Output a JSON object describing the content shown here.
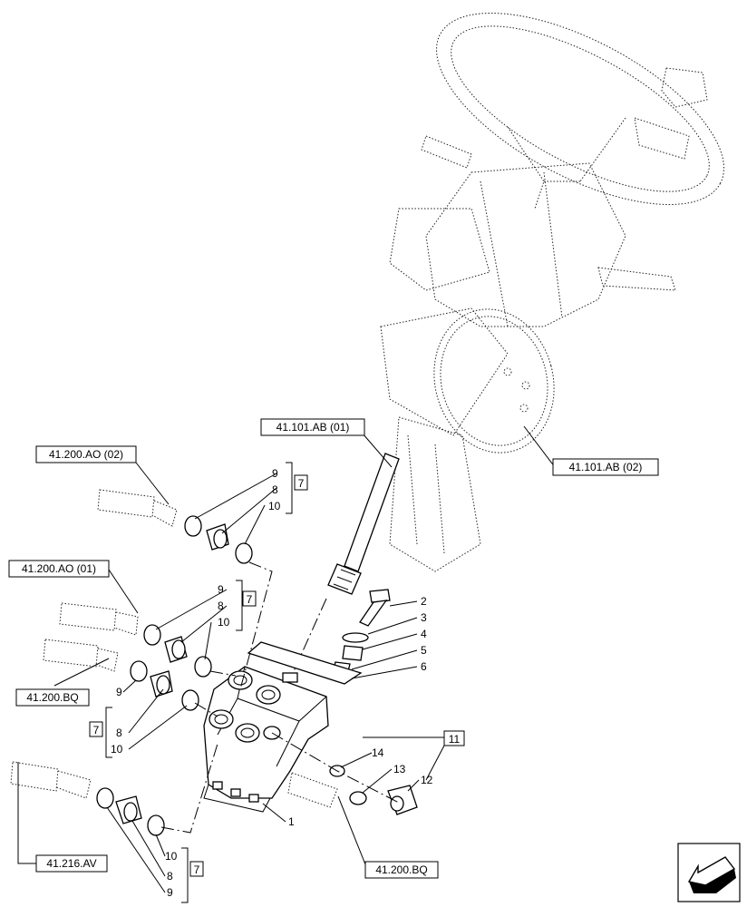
{
  "references": {
    "ao02": "41.200.AO (02)",
    "ao01": "41.200.AO (01)",
    "bq_left": "41.200.BQ",
    "av": "41.216.AV",
    "ab01": "41.101.AB (01)",
    "ab02": "41.101.AB (02)",
    "bq_right": "41.200.BQ"
  },
  "kits": {
    "top": "7",
    "mid": "7",
    "left": "7",
    "bottom": "7",
    "right": "11"
  },
  "callouts": {
    "top": [
      "9",
      "8",
      "10"
    ],
    "mid": [
      "9",
      "8",
      "10"
    ],
    "left": [
      "9",
      "8",
      "10"
    ],
    "bottom": [
      "10",
      "8",
      "9"
    ],
    "column": [
      "2",
      "3",
      "4",
      "5",
      "6"
    ],
    "right": [
      "14",
      "13",
      "12"
    ],
    "unit": "1"
  }
}
